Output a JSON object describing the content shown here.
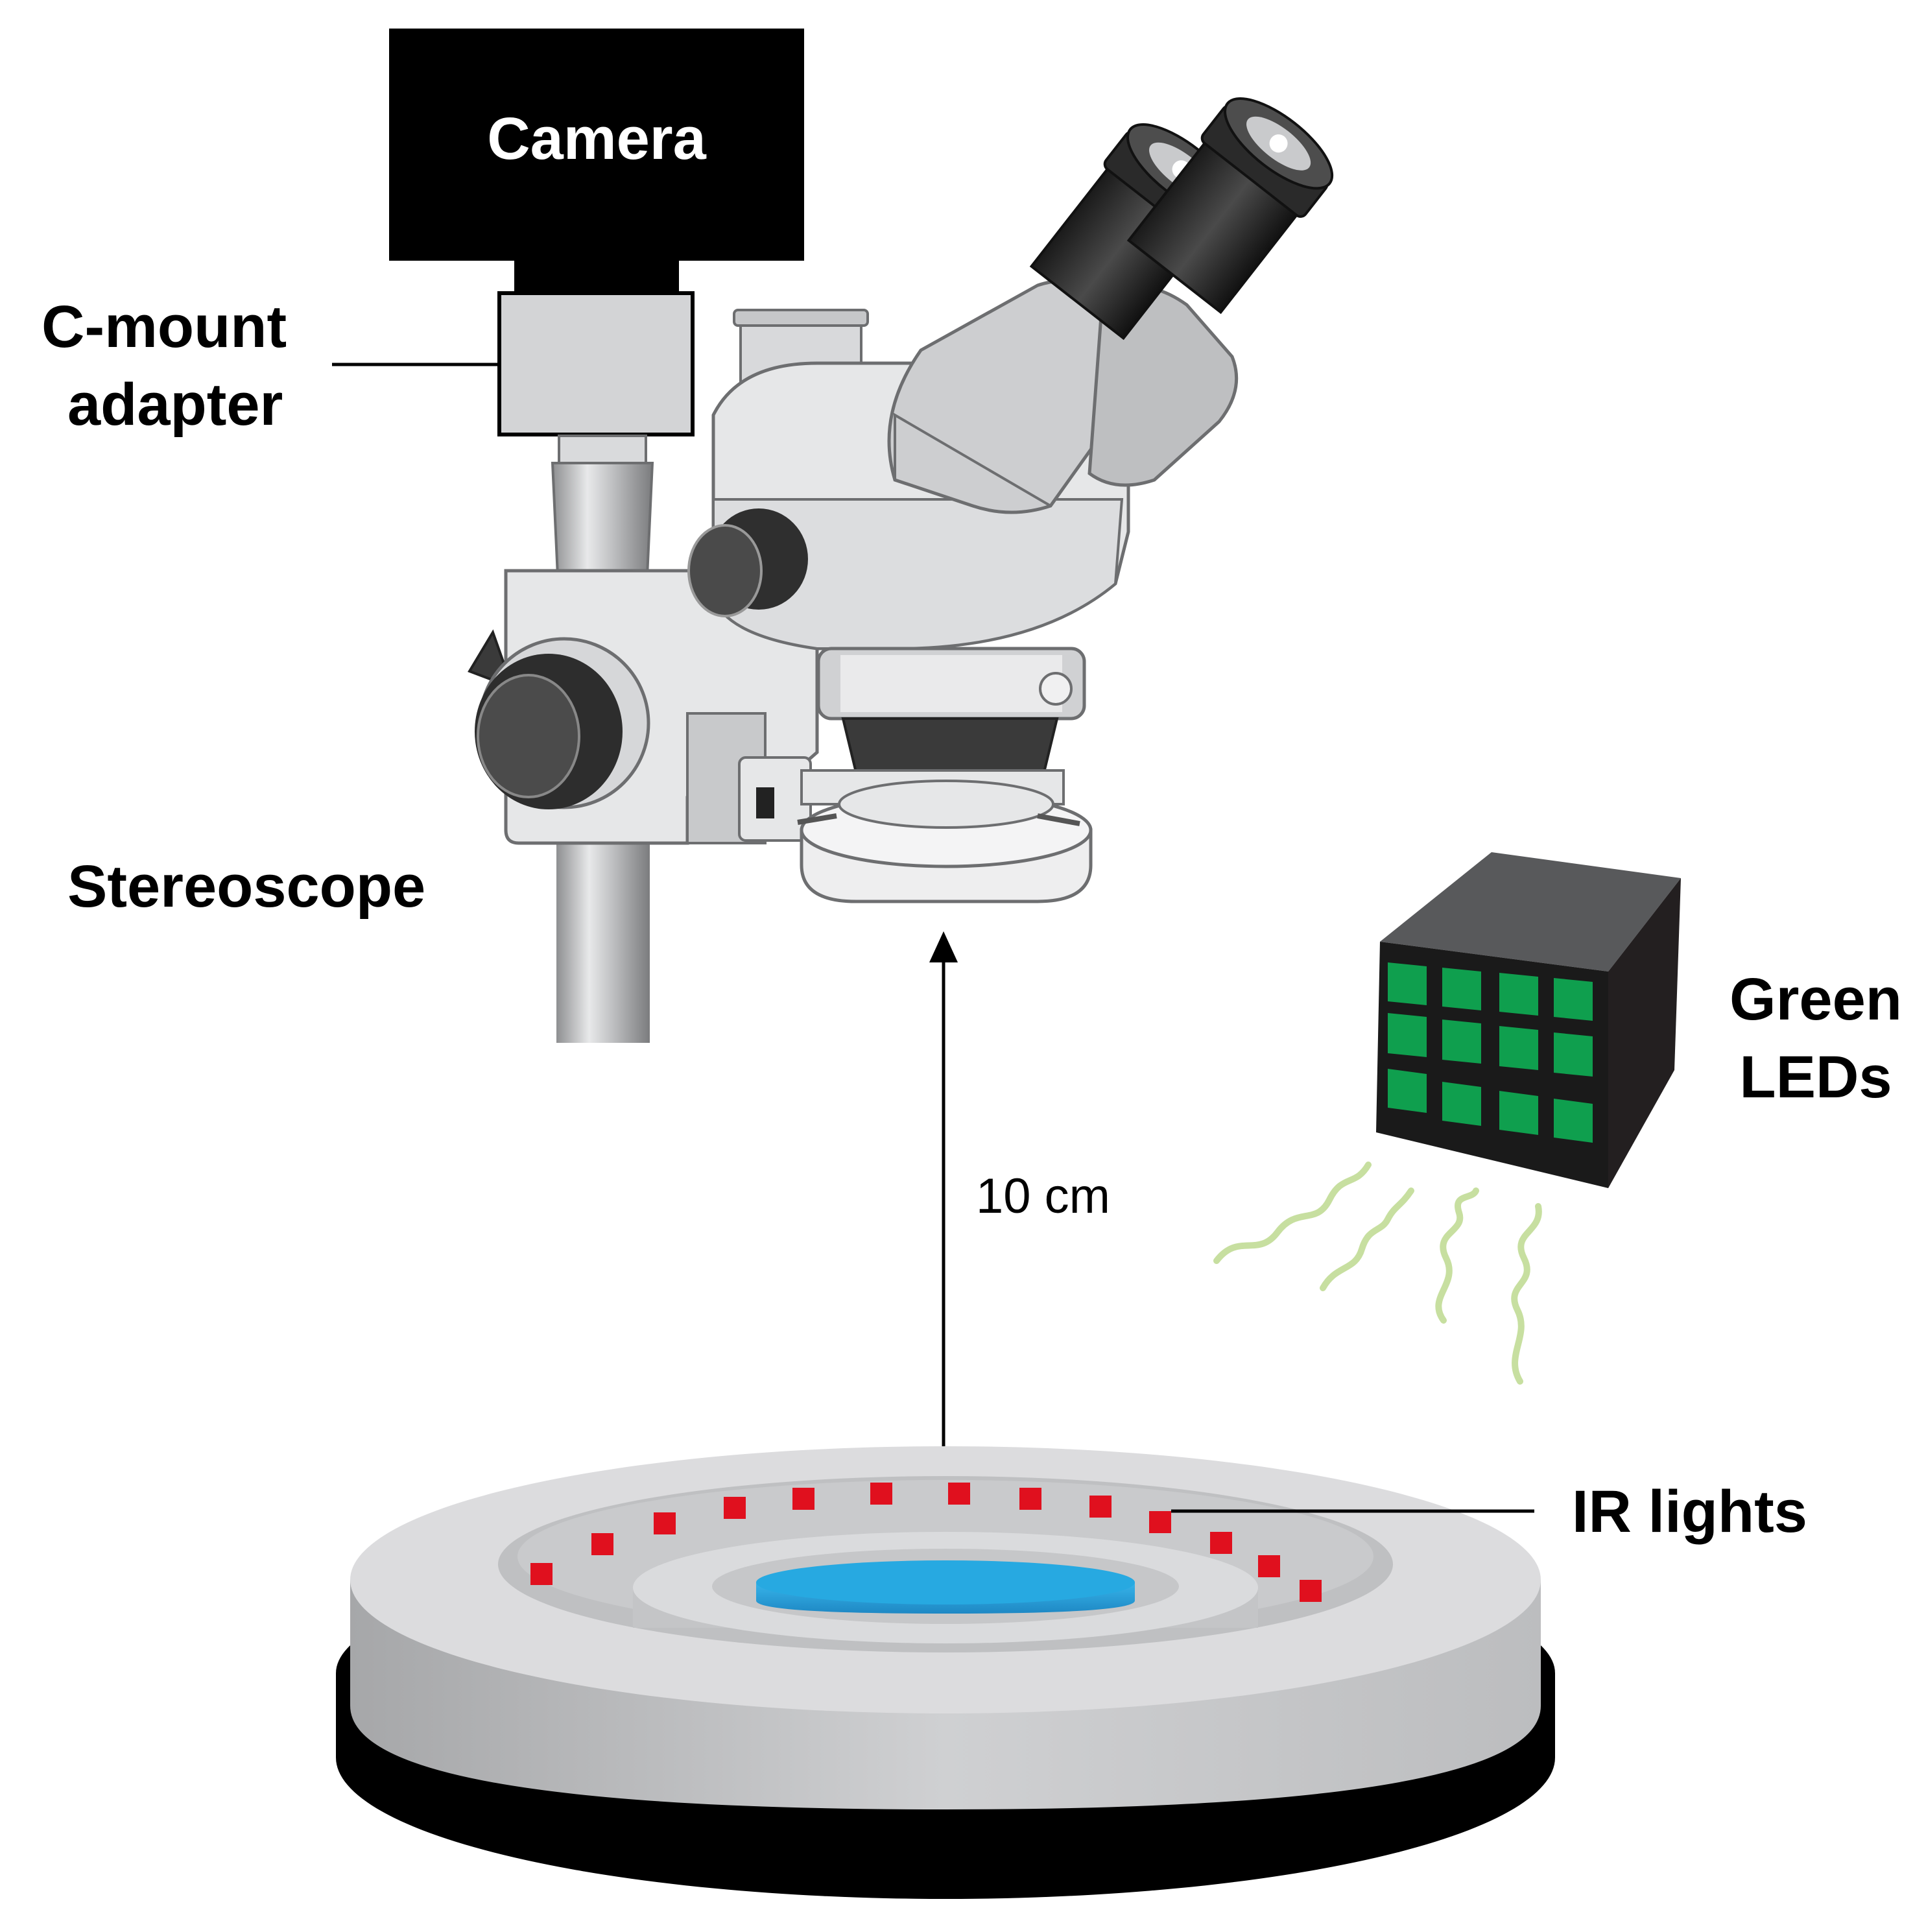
{
  "labels": {
    "camera": "Camera",
    "cmount_line1": "C-mount",
    "cmount_line2": "adapter",
    "stereoscope": "Stereoscope",
    "green_line1": "Green",
    "green_line2": "LEDs",
    "distance": "10 cm",
    "ir_lights": "IR lights"
  },
  "colors": {
    "camera_body": "#000000",
    "adapter": "#d3d4d6",
    "microscope_light": "#e6e7e8",
    "microscope_mid": "#c8c9cb",
    "knob_dark": "#3a3a3a",
    "led_box_top": "#58595b",
    "led_box_side": "#231f20",
    "led_green": "#0f9f4e",
    "light_waves": "#c7dfa0",
    "ir_light": "#e0101e",
    "petri_dish": "#27a9e1",
    "base_gray": "#c9cacc",
    "base_black": "#000000"
  },
  "icons": {
    "pillar": "stand-pillar-icon",
    "eyepieces": "binocular-eyepiece-icon"
  }
}
